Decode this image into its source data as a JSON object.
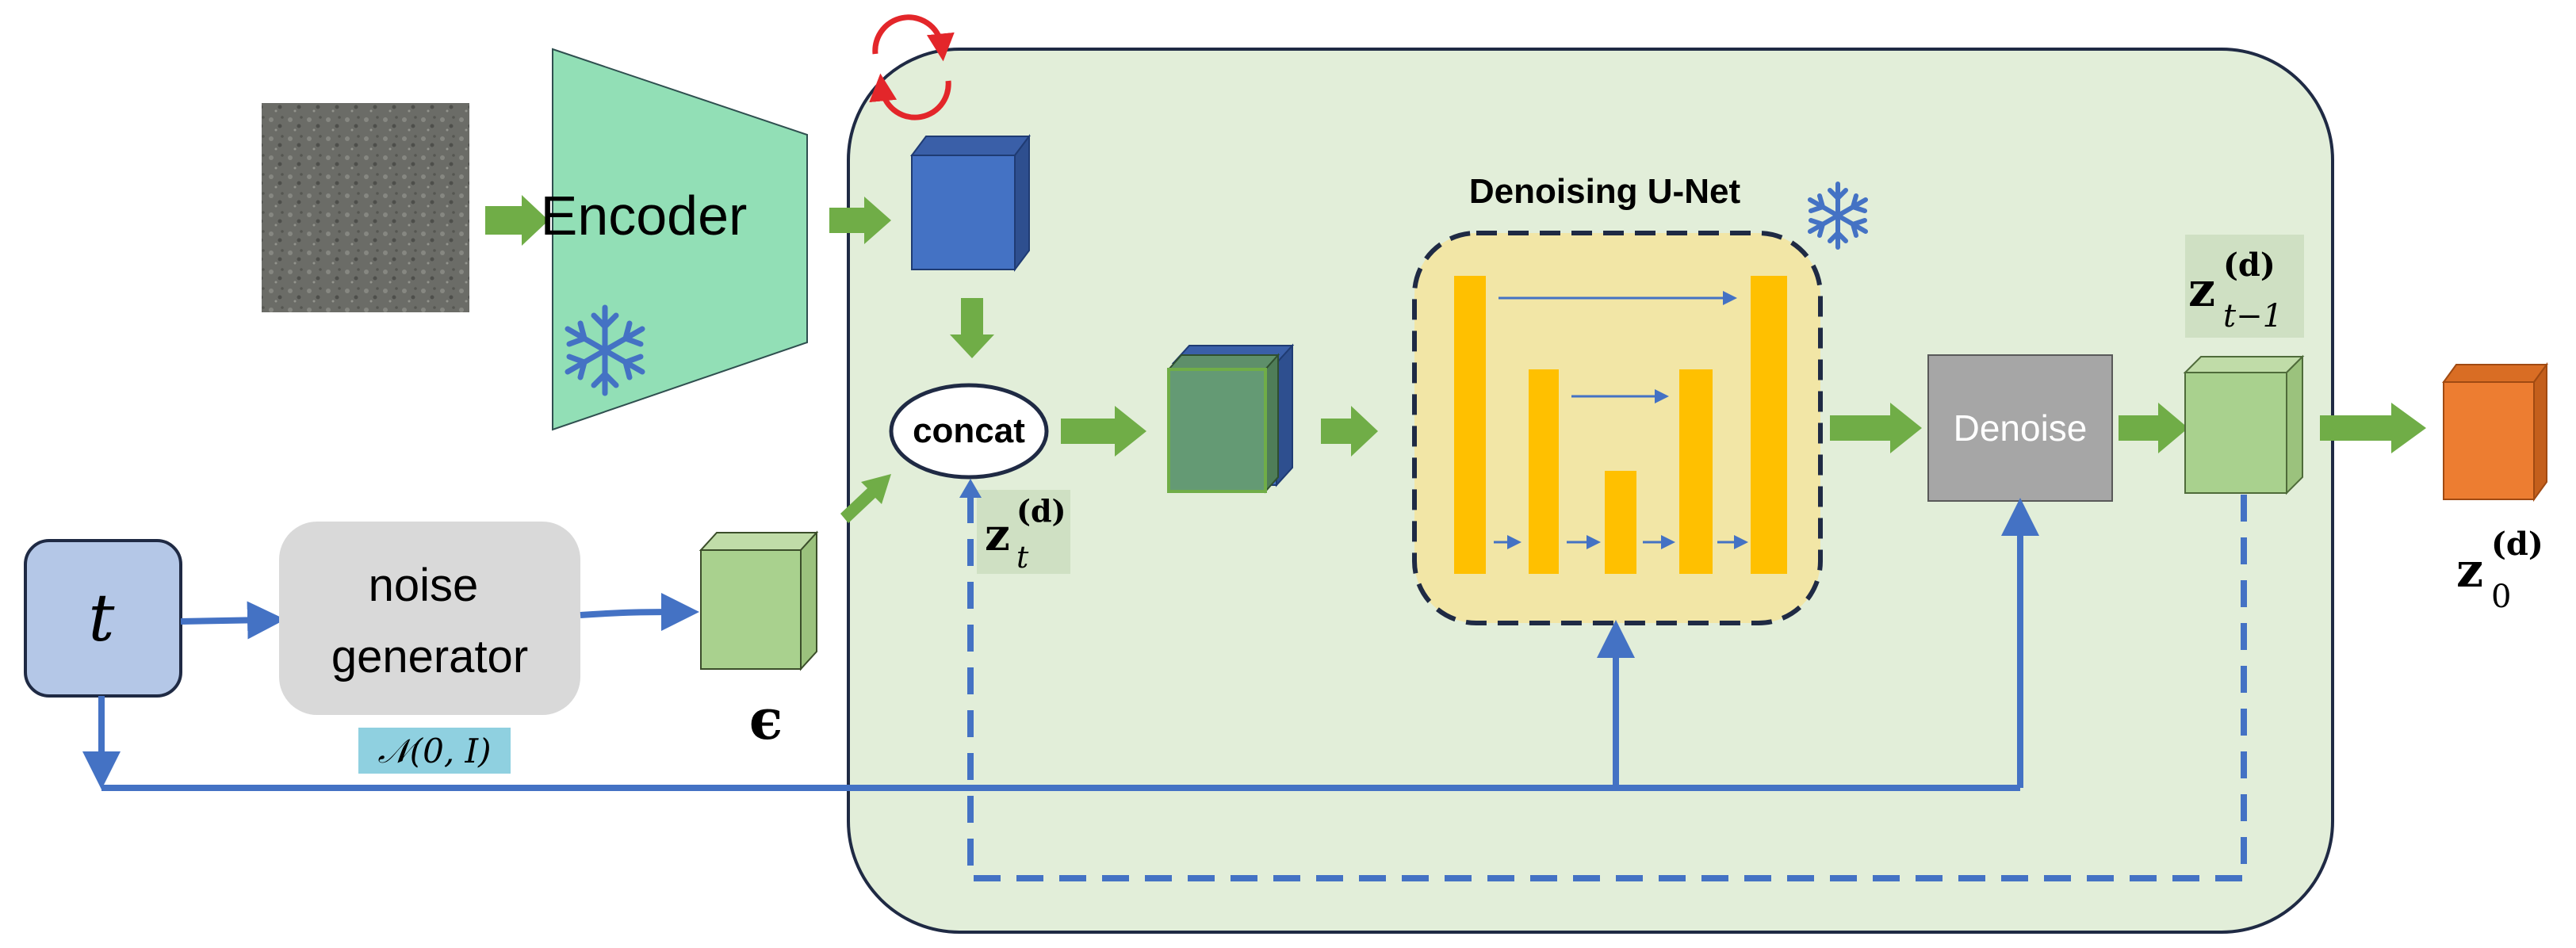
{
  "diagram": {
    "encoder_label": "Encoder",
    "unet_title": "Denoising U-Net",
    "concat_label": "concat",
    "denoise_label": "Denoise",
    "noise_generator_line1": "noise",
    "noise_generator_line2": "generator",
    "t_label": "t",
    "normal_dist_label": "𝒩(0, I)",
    "epsilon_label": "ϵ",
    "z_t_main": "z",
    "z_t_sup": "(d)",
    "z_t_sub": "t",
    "z_t1_main": "z",
    "z_t1_sup": "(d)",
    "z_t1_sub": "t−1",
    "z_0_main": "z",
    "z_0_sup": "(d)",
    "z_0_sub": "0"
  },
  "colors": {
    "pipeline_bg": "#e2eed9",
    "encoder": "#92dfb6",
    "latent_blue": "#4472c4",
    "noise_green": "#a9d18e",
    "output_orange": "#ed7d31",
    "unet_bar": "#ffc000",
    "unet_bg": "#f2e6a6",
    "arrow_green": "#70ad47",
    "arrow_blue": "#4472c4",
    "denoise_gray": "#a6a6a6",
    "t_box": "#b4c7e7",
    "label_cyan": "#8fd0e0",
    "refresh_red": "#e3262a"
  }
}
